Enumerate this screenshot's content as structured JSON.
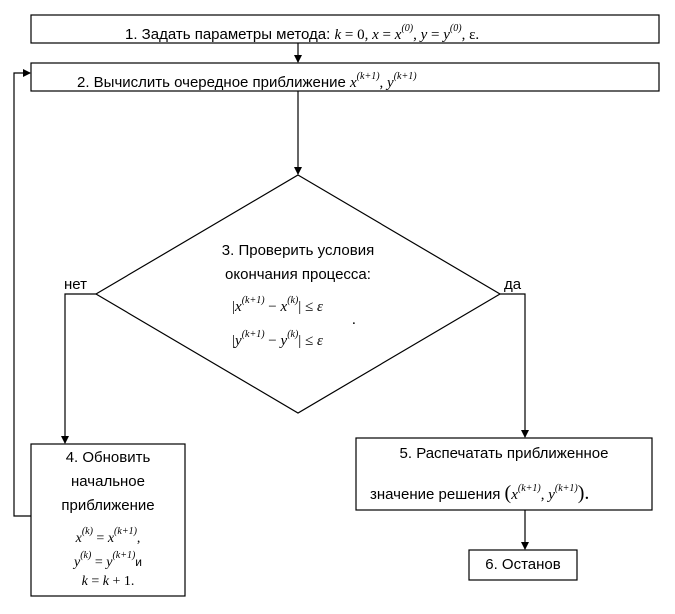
{
  "steps": {
    "s1": {
      "label": "1. Задать параметры метода:",
      "formula": {
        "k": "k",
        "eq0": " = 0, ",
        "x": "x",
        "eq": " = ",
        "x2": "x",
        "sup0": "(0)",
        "comma": ", ",
        "y": "y",
        "eqy": " = ",
        "y2": "y",
        "sup0y": "(0)",
        "tail": ", ε."
      }
    },
    "s2": {
      "label": "2. Вычислить очередное приближение",
      "x": "x",
      "xsup": "(k+1)",
      "comma": ", ",
      "y": "y",
      "ysup": "(k+1)"
    },
    "s3": {
      "line1": "3. Проверить условия",
      "line2": "окончания процесса:",
      "cond1": {
        "bar": "|",
        "x1": "x",
        "s1": "(k+1)",
        "minus": " − ",
        "x2": "x",
        "s2": "(k)",
        "bar2": "|",
        "le": " ≤ ",
        "eps": "ε"
      },
      "cond2": {
        "bar": "|",
        "y1": "y",
        "s1": "(k+1)",
        "minus": " − ",
        "y2": "y",
        "s2": "(k)",
        "bar2": "|",
        "le": " ≤ ",
        "eps": "ε",
        "dot": "."
      }
    },
    "s4": {
      "line1": "4. Обновить",
      "line2": "начальное",
      "line3": "приближение",
      "f1": {
        "a": "x",
        "as": "(k)",
        "eq": " = ",
        "b": "x",
        "bs": "(k+1)",
        "tail": ","
      },
      "f2": {
        "a": "y",
        "as": "(k)",
        "eq": " = ",
        "b": "y",
        "bs": "(k+1)",
        "tail": "и"
      },
      "f3": {
        "k": "k",
        "eq": " = ",
        "k2": "k",
        "tail": " + 1."
      }
    },
    "s5": {
      "line1": "5. Распечатать приближенное",
      "line2": "значение решения",
      "open": "(",
      "x": "x",
      "xs": "(k+1)",
      "comma": ", ",
      "y": "y",
      "ys": "(k+1)",
      "close": ")."
    },
    "s6": {
      "label": "6. Останов"
    }
  },
  "branches": {
    "no": "нет",
    "yes": "да"
  }
}
